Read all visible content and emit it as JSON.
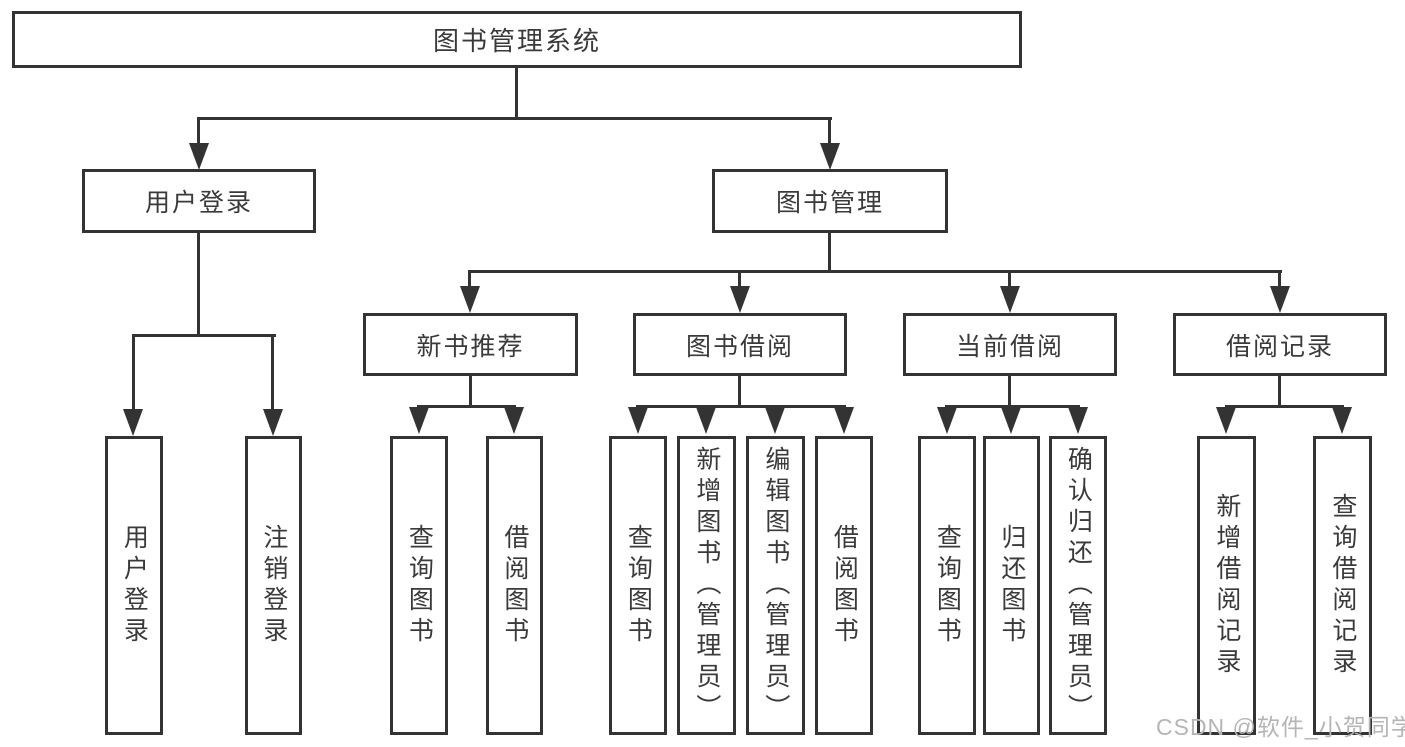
{
  "tree": {
    "label": "图书管理系统",
    "children": [
      {
        "label": "用户登录",
        "children": [
          {
            "label": "用户登录"
          },
          {
            "label": "注销登录"
          }
        ]
      },
      {
        "label": "图书管理",
        "children": [
          {
            "label": "新书推荐",
            "children": [
              {
                "label": "查询图书"
              },
              {
                "label": "借阅图书"
              }
            ]
          },
          {
            "label": "图书借阅",
            "children": [
              {
                "label": "查询图书"
              },
              {
                "label": "新增图书（管理员）"
              },
              {
                "label": "编辑图书（管理员）"
              },
              {
                "label": "借阅图书"
              }
            ]
          },
          {
            "label": "当前借阅",
            "children": [
              {
                "label": "查询图书"
              },
              {
                "label": "归还图书"
              },
              {
                "label": "确认归还（管理员）"
              }
            ]
          },
          {
            "label": "借阅记录",
            "children": [
              {
                "label": "新增借阅记录"
              },
              {
                "label": "查询借阅记录"
              }
            ]
          }
        ]
      }
    ]
  },
  "watermark": {
    "text": "CSDN @软件_小贺同学"
  },
  "colors": {
    "line": "#333333",
    "text": "#3a3a3a",
    "box_background": "#ffffff",
    "page_background": "#ffffff",
    "watermark": "#b5b5b5"
  }
}
